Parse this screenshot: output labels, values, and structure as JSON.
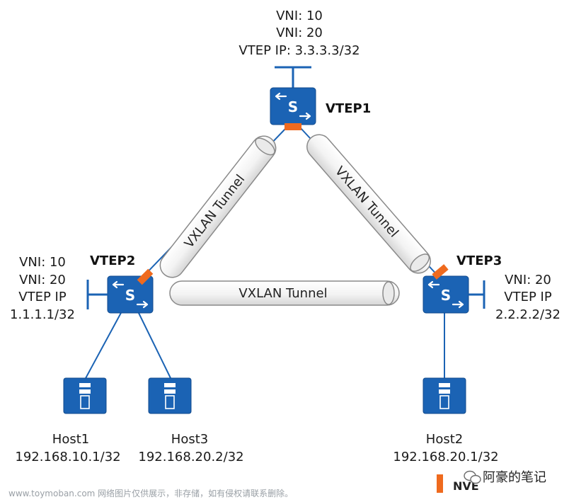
{
  "vtep1": {
    "name": "VTEP1",
    "lines": [
      "VNI: 10",
      "VNI: 20",
      "VTEP IP: 3.3.3.3/32"
    ]
  },
  "vtep2": {
    "name": "VTEP2",
    "lines": [
      "VNI: 10",
      "VNI: 20",
      "VTEP IP",
      "1.1.1.1/32"
    ]
  },
  "vtep3": {
    "name": "VTEP3",
    "lines": [
      "VNI: 20",
      "VTEP IP",
      "2.2.2.2/32"
    ]
  },
  "switch_glyph": "S",
  "tunnels": {
    "left": "VXLAN Tunnel",
    "right": "VXLAN Tunnel",
    "bottom": "VXLAN Tunnel"
  },
  "hosts": {
    "host1": {
      "name": "Host1",
      "ip": "192.168.10.1/32"
    },
    "host3": {
      "name": "Host3",
      "ip": "192.168.20.2/32"
    },
    "host2": {
      "name": "Host2",
      "ip": "192.168.20.1/32"
    }
  },
  "legend": {
    "label": "NVE",
    "color": "#ef6a1e"
  },
  "watermark": "www.toymoban.com 网络图片仅供展示，非存储，如有侵权请联系删除。",
  "brand": "阿豪的笔记",
  "colors": {
    "device": "#1b63b4",
    "device_dark": "#114a8c",
    "link": "#1b63b4",
    "nve": "#ef6a1e",
    "tunnel_fill": "#f4f4f4",
    "tunnel_stroke": "#8a8a8a"
  }
}
